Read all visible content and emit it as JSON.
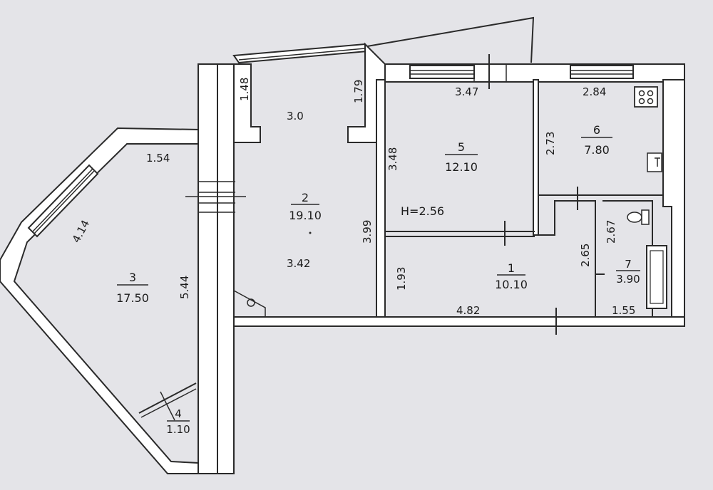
{
  "rooms": [
    {
      "id": "1",
      "number": "1",
      "area": "10.10"
    },
    {
      "id": "2",
      "number": "2",
      "area": "19.10"
    },
    {
      "id": "3",
      "number": "3",
      "area": "17.50"
    },
    {
      "id": "4",
      "number": "4",
      "area": "1.10"
    },
    {
      "id": "5",
      "number": "5",
      "area": "12.10"
    },
    {
      "id": "6",
      "number": "6",
      "area": "7.80"
    },
    {
      "id": "7",
      "number": "7",
      "area": "3.90"
    }
  ],
  "dimensions": {
    "d148": "1.48",
    "d30": "3.0",
    "d179": "1.79",
    "d347": "3.47",
    "d284": "2.84",
    "d154": "1.54",
    "d273": "2.73",
    "d348": "3.48",
    "d414": "4.14",
    "d544": "5.44",
    "d399": "3.99",
    "d342": "3.42",
    "d193": "1.93",
    "d265": "2.65",
    "d267": "2.67",
    "d482": "4.82",
    "d155": "1.55"
  },
  "ceiling_height": "H=2.56",
  "icons": [
    "stove-icon",
    "sink-icon",
    "toilet-icon",
    "bathtub-icon",
    "washbasin-icon"
  ]
}
